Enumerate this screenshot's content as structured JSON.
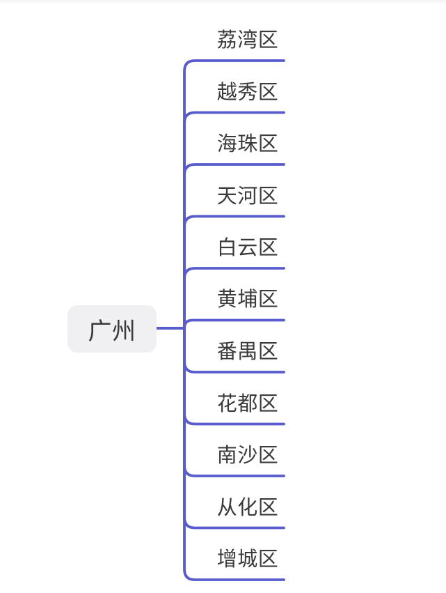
{
  "mindmap": {
    "root": {
      "label": "广州"
    },
    "children": [
      {
        "label": "荔湾区"
      },
      {
        "label": "越秀区"
      },
      {
        "label": "海珠区"
      },
      {
        "label": "天河区"
      },
      {
        "label": "白云区"
      },
      {
        "label": "黄埔区"
      },
      {
        "label": "番禺区"
      },
      {
        "label": "花都区"
      },
      {
        "label": "南沙区"
      },
      {
        "label": "从化区"
      },
      {
        "label": "增城区"
      }
    ],
    "colors": {
      "line": "#585CCD",
      "root_bg": "#F0F0F2",
      "text": "#3A3A3A"
    }
  }
}
